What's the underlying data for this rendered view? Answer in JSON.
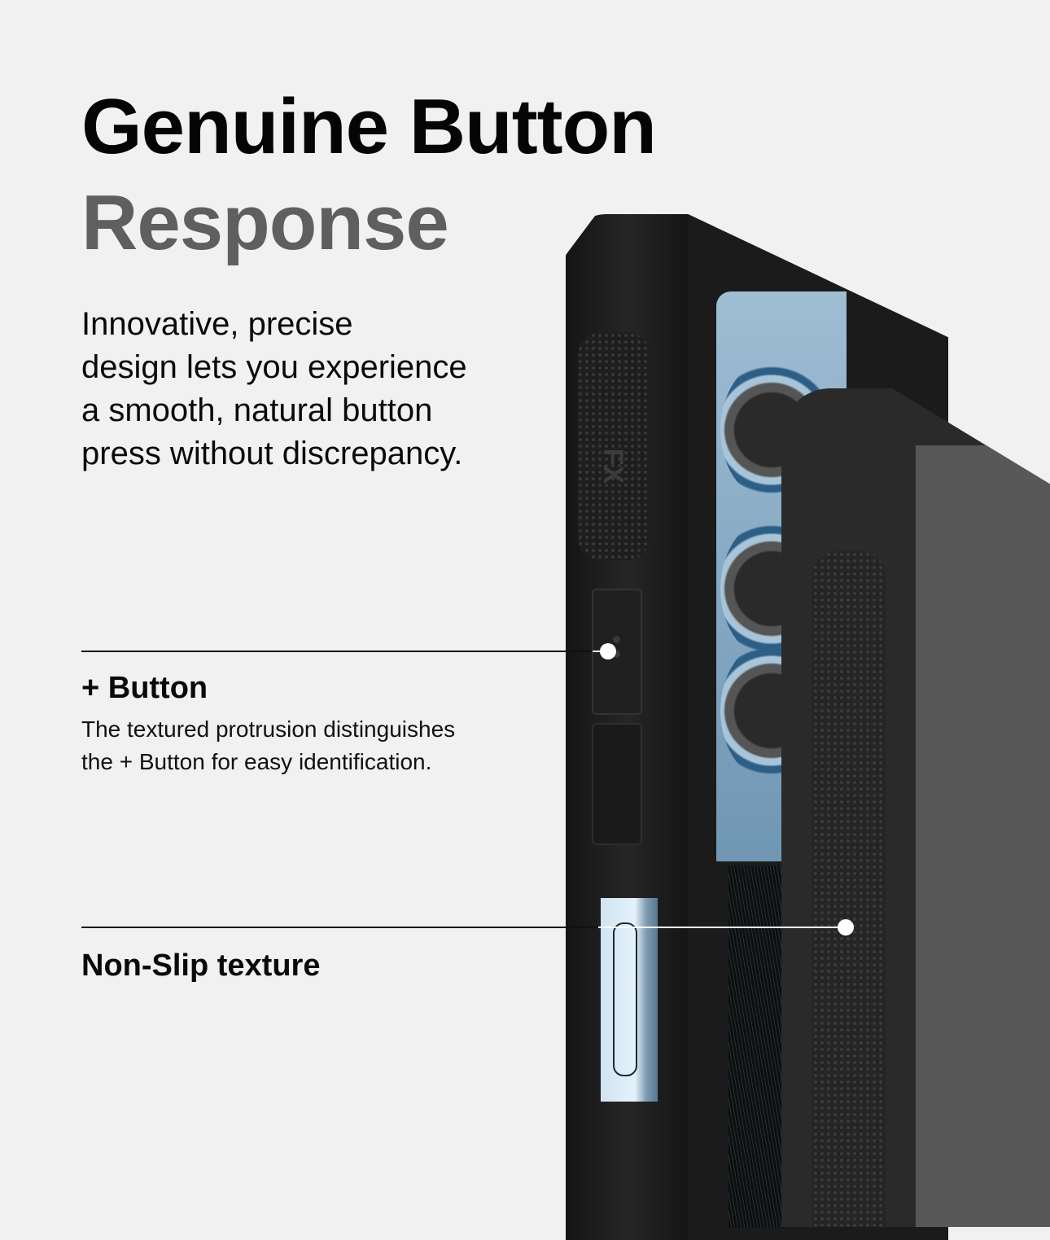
{
  "headline": {
    "line1": "Genuine Button",
    "line2": "Response",
    "line1_color": "#050505",
    "line2_color": "#5f5f5f"
  },
  "intro": {
    "lines": [
      "Innovative, precise",
      "design lets you experience",
      "a smooth, natural button",
      "press without discrepancy."
    ]
  },
  "features": [
    {
      "title": "+ Button",
      "description_lines": [
        "The textured protrusion distinguishes",
        "the + Button for easy identification."
      ]
    },
    {
      "title": "Non-Slip texture"
    }
  ],
  "product": {
    "logo_text": "FX"
  },
  "colors": {
    "background": "#f1f1f1",
    "case": "#1b1b1b",
    "callout_dot": "#ffffff"
  }
}
